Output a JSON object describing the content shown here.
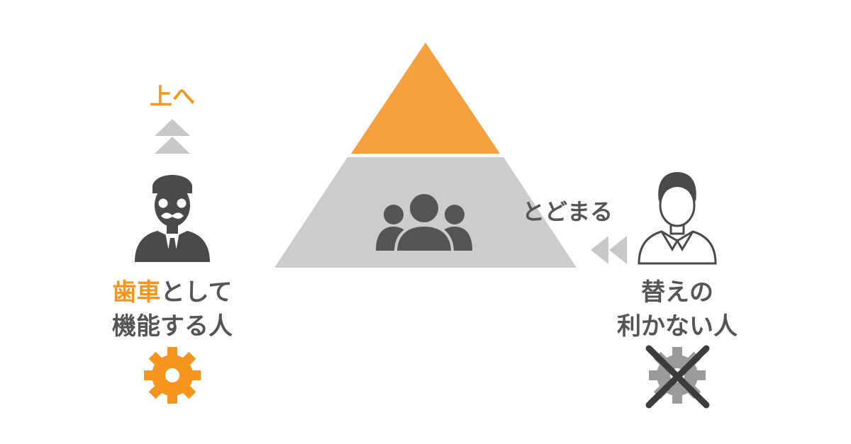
{
  "colors": {
    "orange": "#f7941d",
    "pyramid_top": "#f7a13d",
    "pyramid_bottom": "#cccccc",
    "dark": "#555555",
    "arrow_gray": "#c8c8c8",
    "gear_gray": "#9a9a9a"
  },
  "left": {
    "up_label": "上へ",
    "title_orange": "歯車",
    "title_rest": "として",
    "title_line2": "機能する人"
  },
  "right": {
    "stay_label": "とどまる",
    "title_line1": "替えの",
    "title_line2": "利かない人"
  },
  "icons": {
    "up": "double-chevron-up-icon",
    "left_person": "businessman-with-glasses-and-mustache-icon",
    "group": "group-of-people-icon",
    "right_person": "man-in-shirt-icon",
    "gear": "gear-icon",
    "cross": "x-cross-icon",
    "back": "double-chevron-left-icon"
  }
}
